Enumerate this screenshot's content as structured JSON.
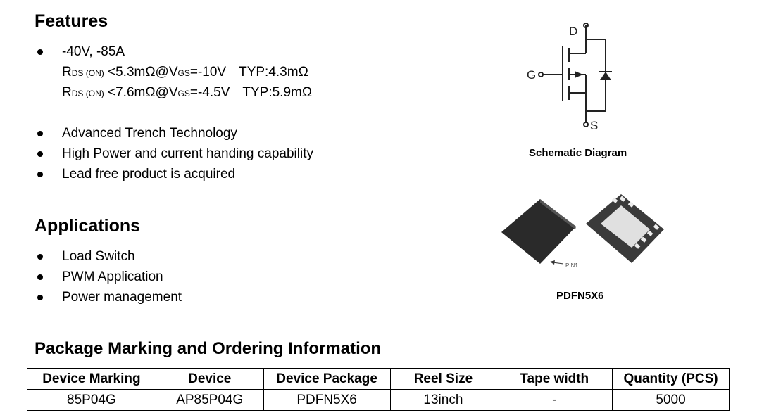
{
  "features": {
    "title": "Features",
    "item1": "-40V, -85A",
    "spec1": {
      "r": "R",
      "sub": "DS (ON)",
      "cond": " <5.3mΩ@V",
      "vsub": "GS",
      "val": "=-10V",
      "typ": "TYP:4.3mΩ"
    },
    "spec2": {
      "r": "R",
      "sub": "DS (ON)",
      "cond": " <7.6mΩ@V",
      "vsub": "GS",
      "val": "=-4.5V",
      "typ": "TYP:5.9mΩ"
    },
    "items": [
      "Advanced Trench Technology",
      "High Power and current handing capability",
      "Lead free product is acquired"
    ]
  },
  "applications": {
    "title": "Applications",
    "items": [
      "Load Switch",
      "PWM Application",
      "Power management"
    ]
  },
  "schematic": {
    "label": "Schematic Diagram",
    "pin_d": "D",
    "pin_g": "G",
    "pin_s": "S"
  },
  "package": {
    "label": "PDFN5X6",
    "pin1": "PIN1"
  },
  "ordering": {
    "title": "Package Marking and Ordering Information",
    "headers": [
      "Device Marking",
      "Device",
      "Device Package",
      "Reel Size",
      "Tape width",
      "Quantity (PCS)"
    ],
    "row": [
      "85P04G",
      "AP85P04G",
      "PDFN5X6",
      "13inch",
      "-",
      "5000"
    ]
  }
}
